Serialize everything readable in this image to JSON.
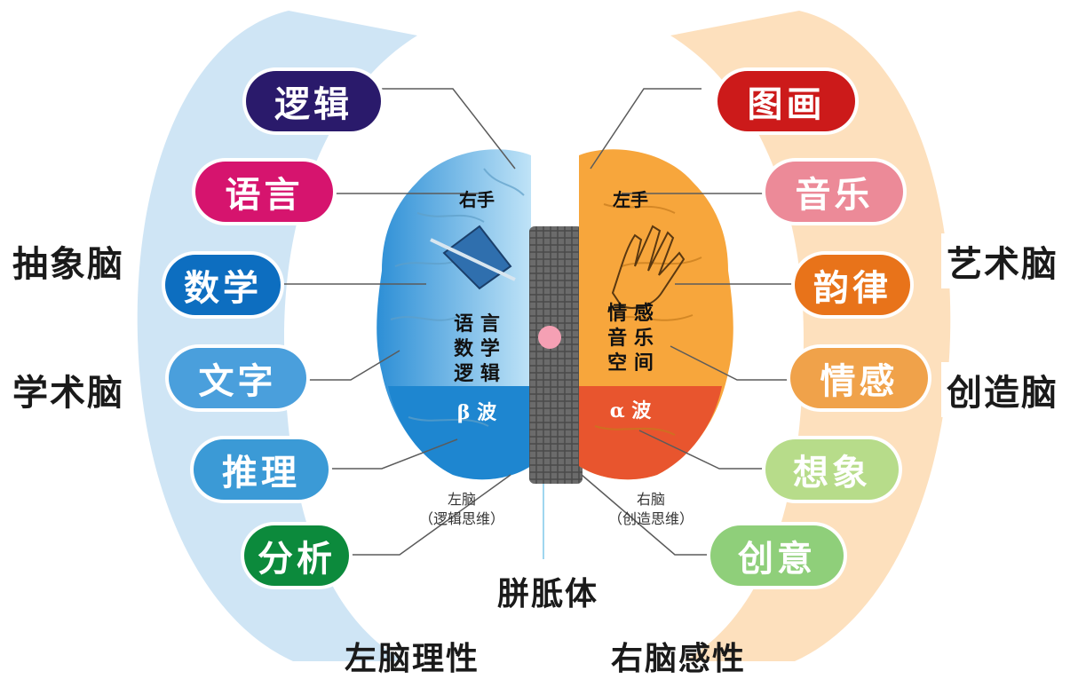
{
  "left": {
    "zone_color": "#cfe5f5",
    "pills": [
      {
        "label": "逻辑",
        "color": "#2a1a6b"
      },
      {
        "label": "语言",
        "color": "#d6146e"
      },
      {
        "label": "数学",
        "color": "#0d6ec0"
      },
      {
        "label": "文字",
        "color": "#4a9fdc"
      },
      {
        "label": "推理",
        "color": "#3b9ad6"
      },
      {
        "label": "分析",
        "color": "#0c8a3c"
      }
    ],
    "side_labels": [
      "抽象脑",
      "学术脑"
    ],
    "hemisphere_texts": [
      "右手",
      "语 言",
      "数 学",
      "逻 辑",
      "β 波"
    ],
    "caption_lines": [
      "左脑",
      "（逻辑思维）"
    ],
    "bottom_label": "左脑理性"
  },
  "right": {
    "zone_color": "#fde0bd",
    "pills": [
      {
        "label": "图画",
        "color": "#cc1a1a"
      },
      {
        "label": "音乐",
        "color": "#ec8a98"
      },
      {
        "label": "韵律",
        "color": "#e8731a"
      },
      {
        "label": "情感",
        "color": "#f0a24a"
      },
      {
        "label": "想象",
        "color": "#b7dc8a"
      },
      {
        "label": "创意",
        "color": "#8fcf7a"
      }
    ],
    "side_labels": [
      "艺术脑",
      "创造脑"
    ],
    "hemisphere_texts": [
      "左手",
      "情 感",
      "音 乐",
      "空 间",
      "α 波"
    ],
    "caption_lines": [
      "右脑",
      "（创造思维）"
    ],
    "bottom_label": "右脑感性"
  },
  "center_label": "胼胝体"
}
